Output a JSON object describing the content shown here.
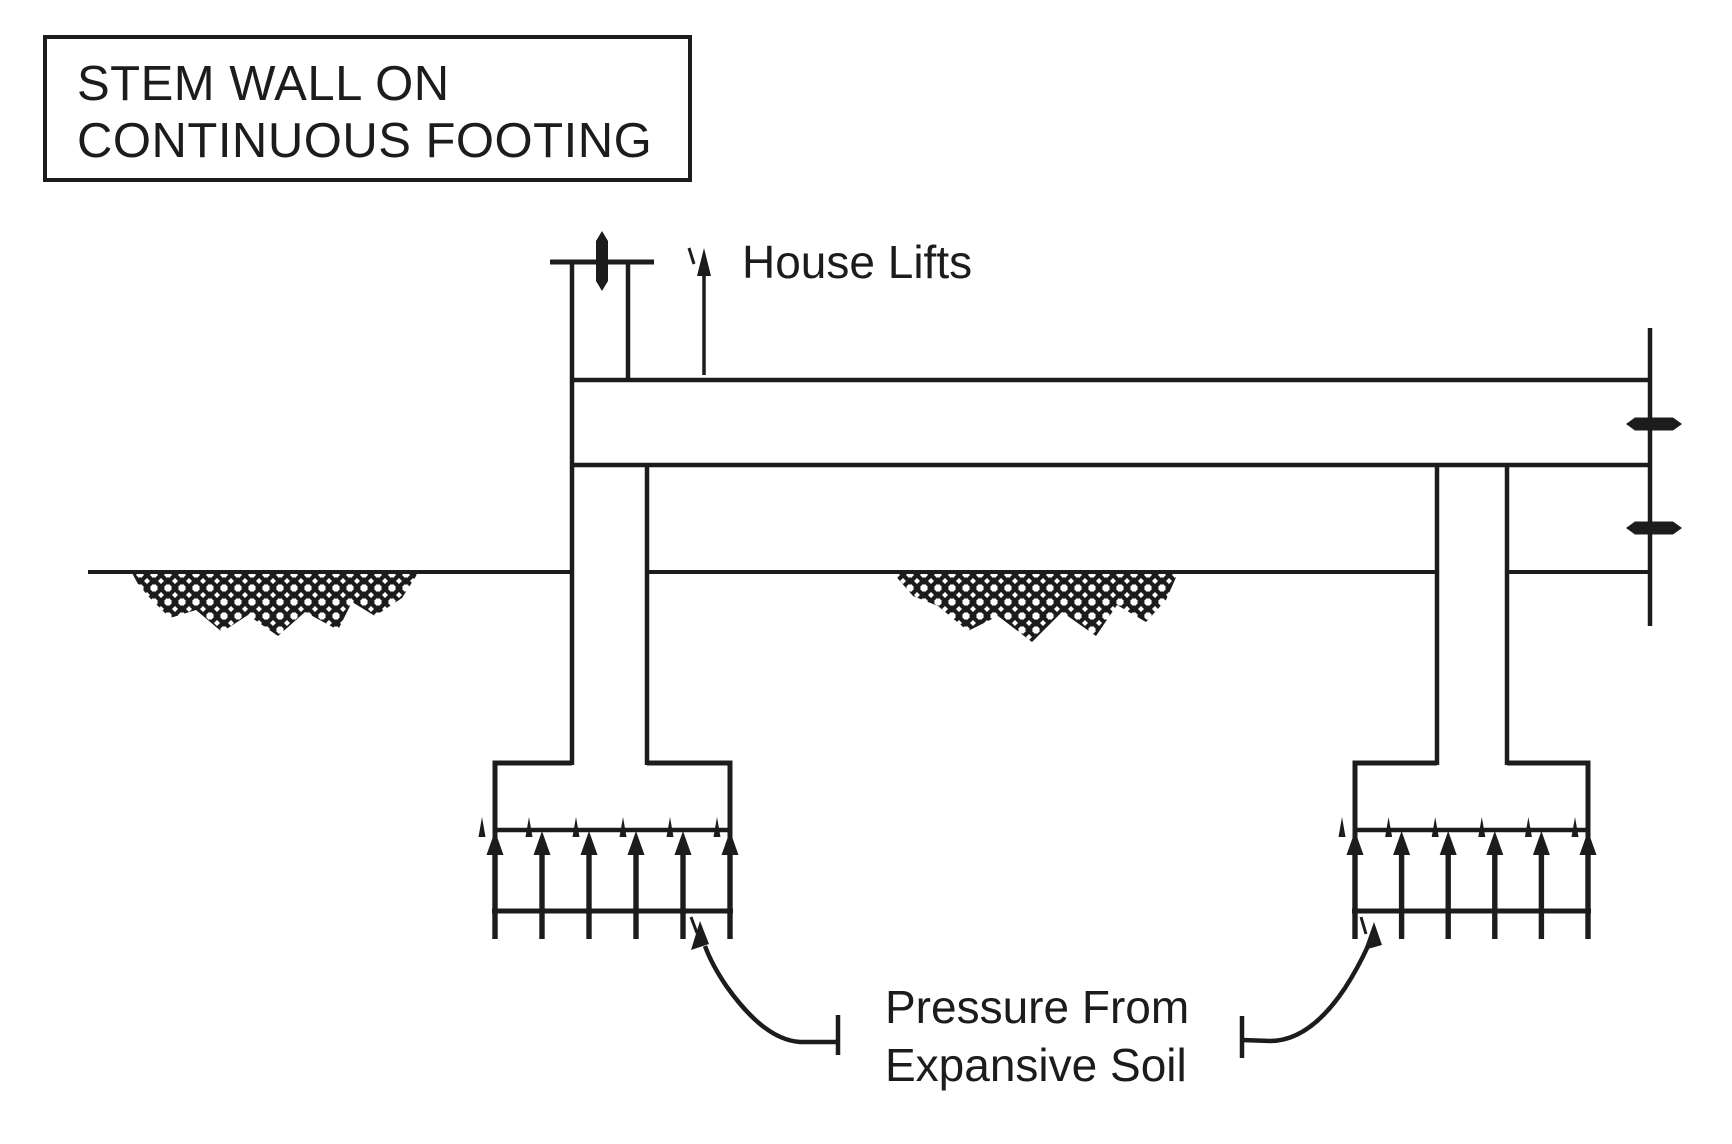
{
  "diagram": {
    "title": {
      "line1": "STEM WALL ON",
      "line2": "CONTINUOUS FOOTING"
    },
    "labels": {
      "house_lifts": "House Lifts",
      "pressure_line1": "Pressure From",
      "pressure_line2": "Expansive Soil"
    },
    "colors": {
      "ink": "#1c1c1c",
      "background": "#ffffff"
    },
    "icons": {
      "anchor_bolt": "vertical bolt with tapered ends crossing sill line",
      "wall_bolt": "horizontal bolt with tapered ends crossing wall line",
      "house_lifts_arrow": "thin up-arrow",
      "pressure_arrow": "thick up-arrow with pierced tip",
      "soil_hatch": "diagonal crosshatch earth texture",
      "leader": "curved leader line with arrowhead and end tick"
    }
  }
}
